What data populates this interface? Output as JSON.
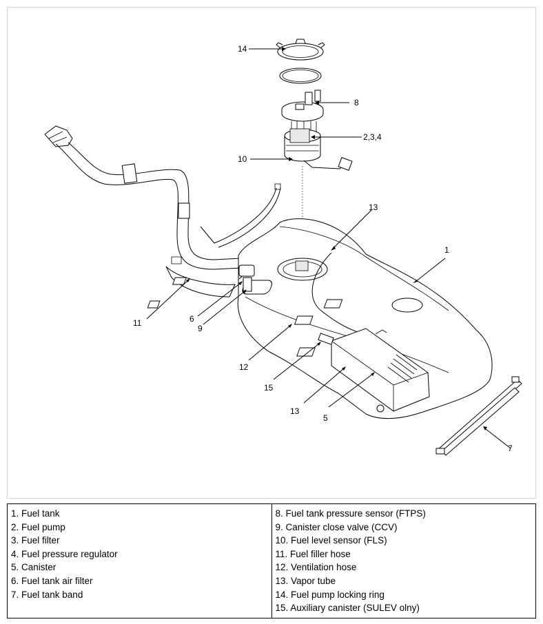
{
  "callouts": {
    "c1": "1",
    "c5": "5",
    "c6": "6",
    "c7": "7",
    "c8": "8",
    "c9": "9",
    "c10": "10",
    "c11": "11",
    "c12": "12",
    "c13a": "13",
    "c13b": "13",
    "c14": "14",
    "c15": "15",
    "c234": "2,3,4"
  },
  "legend": {
    "left": [
      "1. Fuel tank",
      "2. Fuel pump",
      "3. Fuel filter",
      "4. Fuel pressure regulator",
      "5. Canister",
      "6. Fuel tank air filter",
      "7. Fuel tank band"
    ],
    "right": [
      "8. Fuel tank pressure sensor (FTPS)",
      "9. Canister close valve (CCV)",
      "10. Fuel level sensor (FLS)",
      "11. Fuel filler hose",
      "12. Ventilation hose",
      "13. Vapor tube",
      "14. Fuel pump locking ring",
      "15. Auxiliary canister (SULEV olny)"
    ]
  }
}
